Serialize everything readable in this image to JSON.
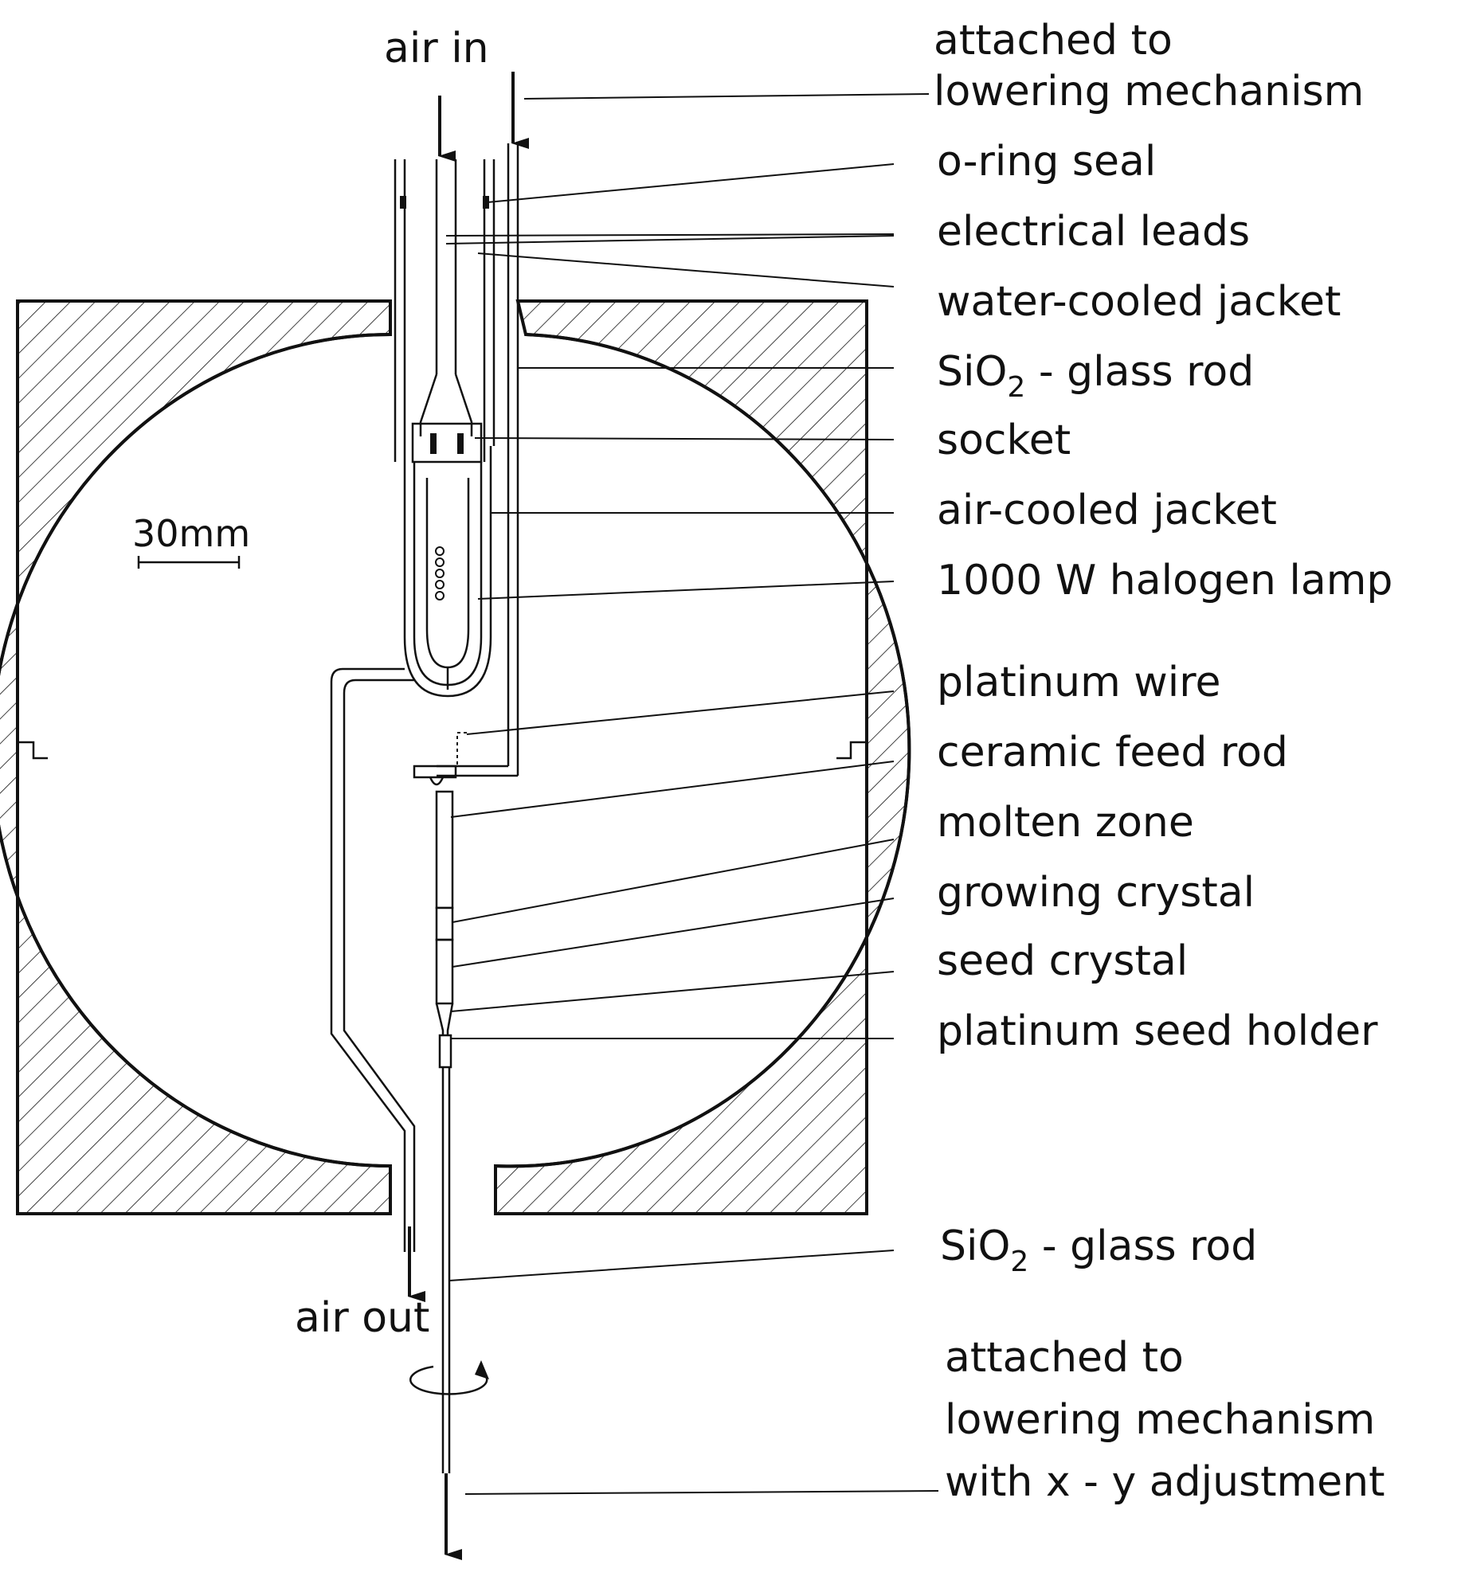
{
  "flow": {
    "air_in": "air in",
    "air_out": "air out"
  },
  "scale_bar": {
    "label": "30mm"
  },
  "top_attachment": {
    "line1": "attached  to",
    "line2": "lowering  mechanism"
  },
  "labels": {
    "o_ring_seal": "o-ring  seal",
    "electrical_leads": "electrical  leads",
    "water_cooled_jacket": "water-cooled  jacket",
    "sio2_rod_top_prefix": "SiO",
    "sio2_rod_top_sub": "2",
    "sio2_rod_top_suffix": " - glass  rod",
    "socket": "socket",
    "air_cooled_jacket": "air-cooled  jacket",
    "halogen_lamp": "1000 W  halogen  lamp",
    "platinum_wire": "platinum  wire",
    "ceramic_feed_rod": "ceramic  feed  rod",
    "molten_zone": "molten  zone",
    "growing_crystal": "growing  crystal",
    "seed_crystal": "seed  crystal",
    "platinum_seed_holder": "platinum  seed  holder",
    "sio2_rod_bottom_prefix": "SiO",
    "sio2_rod_bottom_sub": "2",
    "sio2_rod_bottom_suffix": " - glass  rod"
  },
  "bottom_attachment": {
    "line1": "attached  to",
    "line2": "lowering  mechanism",
    "line3": "with  x - y  adjustment"
  }
}
